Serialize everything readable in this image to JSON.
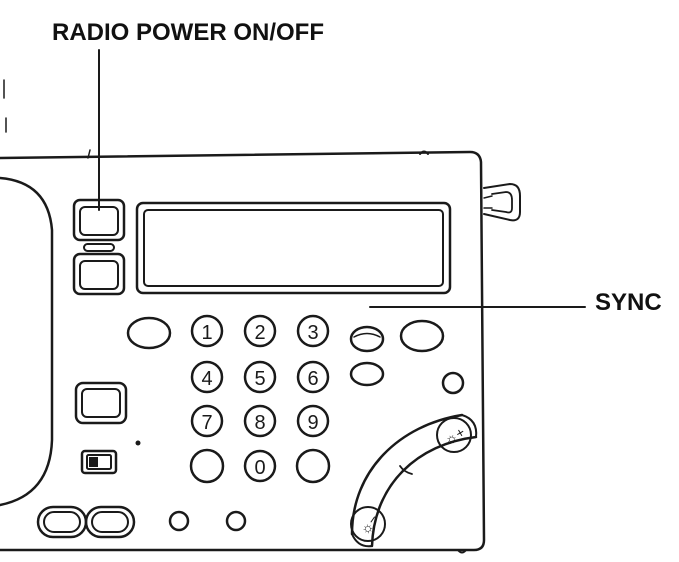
{
  "callouts": {
    "radio_power": "RADIO POWER ON/OFF",
    "sync": "SYNC"
  },
  "keypad": {
    "digits": [
      "1",
      "2",
      "3",
      "4",
      "5",
      "6",
      "7",
      "8",
      "9",
      "0"
    ]
  },
  "rocker": {
    "top_label": "☼+",
    "bottom_label": "☼−"
  }
}
